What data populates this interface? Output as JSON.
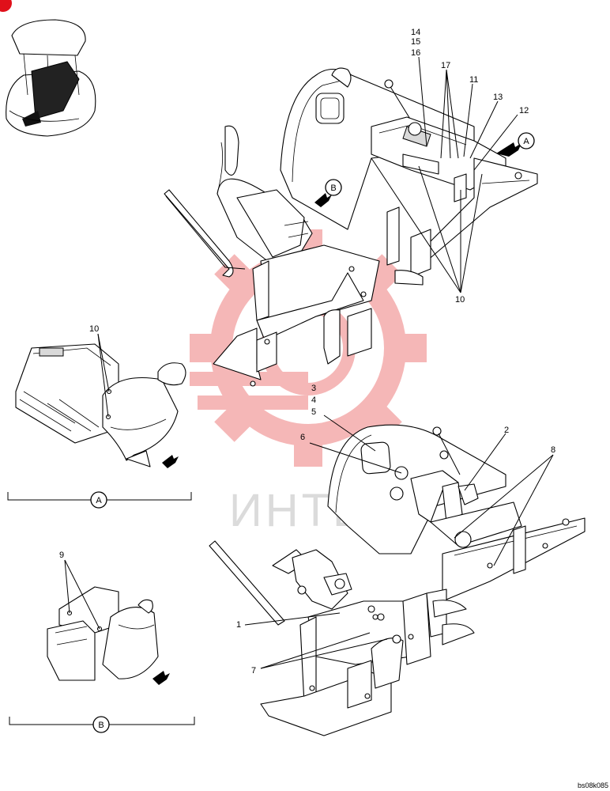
{
  "watermark": {
    "text": "ИНТЕХ",
    "color": "#f2a0a0"
  },
  "views": {
    "A": {
      "caption": "A"
    },
    "B": {
      "caption": "B"
    }
  },
  "markers": {
    "A": "A",
    "B": "B"
  },
  "callouts": {
    "c14": "14",
    "c15": "15",
    "c16": "16",
    "c17": "17",
    "c11": "11",
    "c13": "13",
    "c12": "12",
    "c10_top": "10",
    "c10_left": "10",
    "c9": "9",
    "c3": "3",
    "c4": "4",
    "c5": "5",
    "c6": "6",
    "c2": "2",
    "c8": "8",
    "c1": "1",
    "c7": "7"
  },
  "code": "bs08k085"
}
